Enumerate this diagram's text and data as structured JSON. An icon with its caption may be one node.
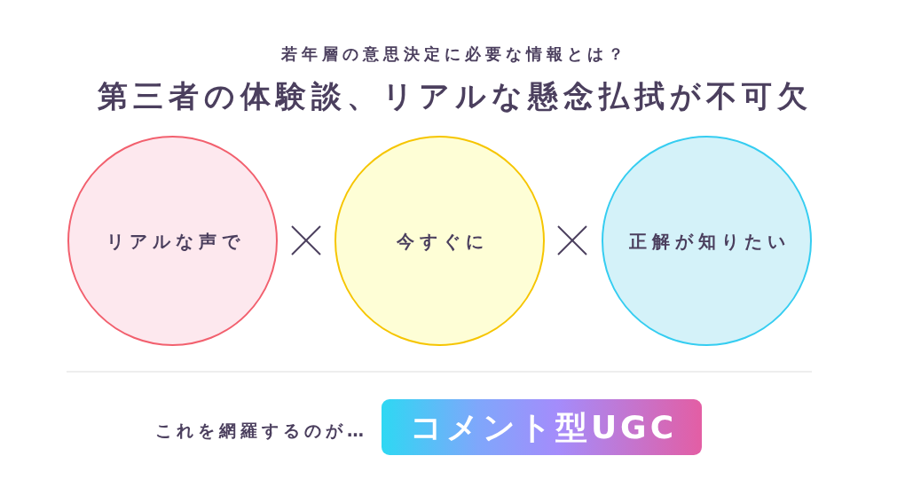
{
  "diagram": {
    "title": "第三者の体験談、リアルな懸念払拭が不可欠",
    "nodes": [
      {
        "text": [
          "リアルな声で"
        ]
      },
      {
        "text": [
          "今すぐに"
        ]
      },
      {
        "text": [
          "正解が知りたい"
        ]
      },
      {
        "text": [
          "コメント型UGC"
        ]
      }
    ],
    "labels": [
      "若年層の意思決定に必要な情報とは？",
      "これを網羅するのが…"
    ]
  }
}
